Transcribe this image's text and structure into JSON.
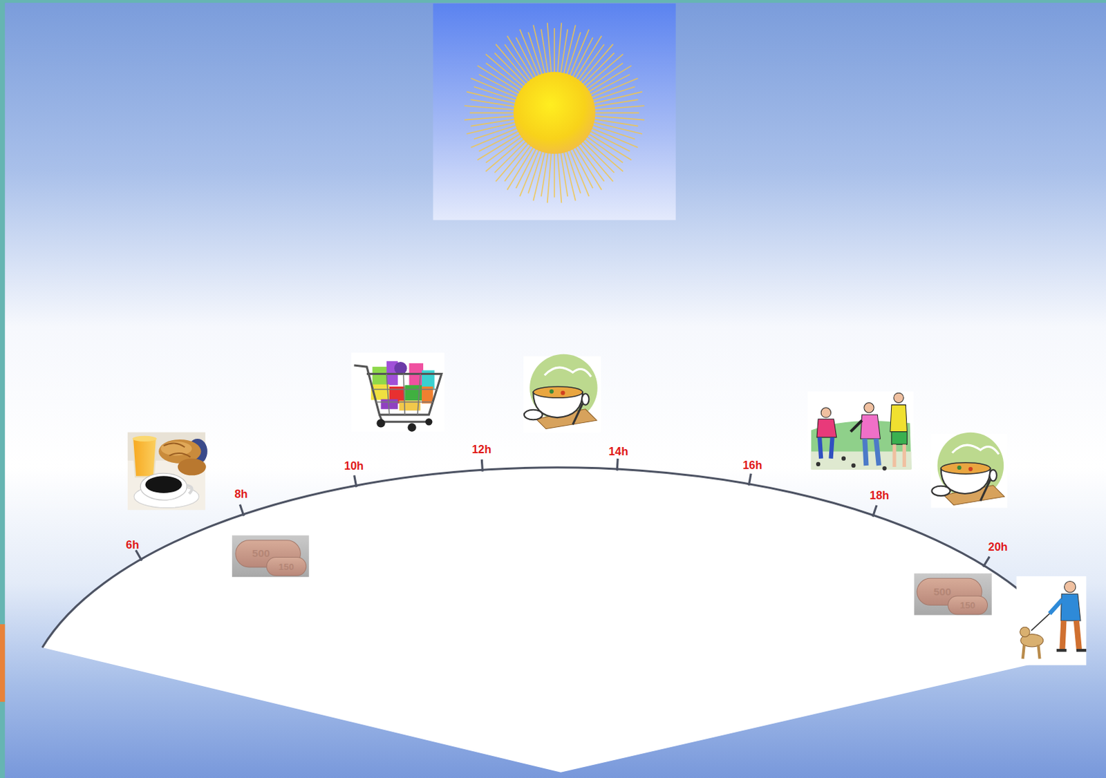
{
  "diagram": {
    "labels": [
      "6h",
      "8h",
      "10h",
      "12h",
      "14h",
      "16h",
      "18h",
      "20h",
      "500",
      "150",
      "500",
      "150"
    ]
  }
}
